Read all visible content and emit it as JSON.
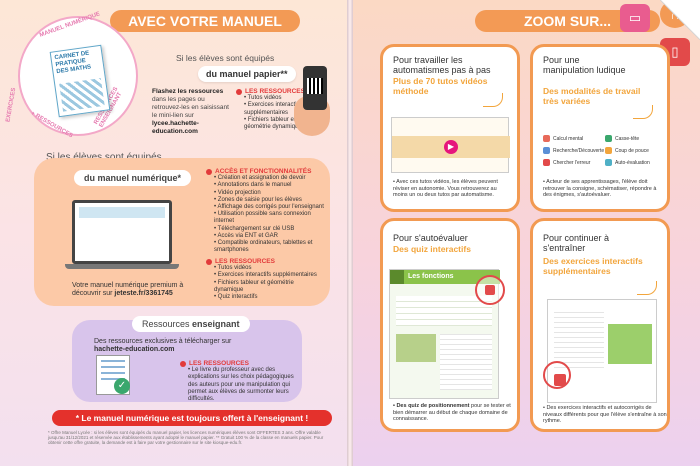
{
  "left": {
    "banner": "AVEC VOTRE MANUEL",
    "circle": {
      "top_text": "MANUEL NUMÉRIQUE",
      "left_text": "EXERCICES",
      "right_text": "RESSOURCES ENSEIGNANT",
      "bottom_text": "+ RESSOURCES",
      "book_title": "CARNET DE PRATIQUE DES MATHS"
    },
    "paper": {
      "caption": "Si les élèves sont équipés",
      "pill": "du manuel papier**",
      "flash_strong": "Flashez les ressources",
      "flash_text": "dans les pages ou retrouvez-les en saisissant le mini-lien sur",
      "flash_link": "lycee.hachette-education.com",
      "res_title": "LES RESSOURCES",
      "res_items": [
        "Tutos vidéos",
        "Exercices interactifs supplémentaires",
        "Fichiers tableur et géométrie dynamique"
      ]
    },
    "digital": {
      "caption": "Si les élèves sont équipés",
      "pill": "du manuel numérique*",
      "features_title": "ACCÈS ET FONCTIONNALITÉS",
      "features": [
        "Création et assignation de devoir",
        "Annotations dans le manuel",
        "Vidéo projection",
        "Zones de saisie pour les élèves",
        "Affichage des corrigés pour l'enseignant",
        "Utilisation possible sans connexion internet",
        "Téléchargement sur clé USB",
        "Accès via ENT et GAR",
        "Compatible ordinateurs, tablettes et smartphones"
      ],
      "res_title": "LES RESSOURCES",
      "res_items": [
        "Tutos vidéos",
        "Exercices interactifs supplémentaires",
        "Fichiers tableur et géométrie dynamique",
        "Quiz interactifs"
      ],
      "premium_text": "Votre manuel numérique premium à découvrir sur",
      "premium_link": "jeteste.fr/3361745"
    },
    "teacher": {
      "pill_prefix": "Ressources",
      "pill_strong": "enseignant",
      "text": "Des ressources exclusives à télécharger sur",
      "link": "hachette-education.com",
      "res_title": "LES RESSOURCES",
      "res_item": "Le livre du professeur avec des explications sur les choix pédagogiques des auteurs pour une manipulation qui permet aux élèves de surmonter leurs difficultés."
    },
    "red_bar": "* Le manuel numérique est toujours offert à l'enseignant !",
    "footnote": "* Offre Manuel Lycée : si les élèves sont équipés du manuel papier, les licences numériques élèves sont OFFERTES 3 ans. Offre valable jusqu'au 31/12/2021 et réservée aux établissements ayant adopté le manuel papier. ** Gratuit 100 % de la classe en manuels papier. Pour obtenir cette offre gratuite, la demande est à faire par votre gestionnaire sur le site kiosque-edu.fr."
  },
  "right": {
    "banner": "ZOOM SUR...",
    "cards": [
      {
        "title": "Pour travailler les automatismes pas à pas",
        "subtitle": "Plus de 70 tutos vidéos méthode",
        "desc": "• Avec ces tutos vidéos, les élèves peuvent réviser en autonomie. Vous retrouverez au moins un ou deux tutos par automatisme."
      },
      {
        "title": "Pour une manipulation ludique",
        "subtitle": "Des modalités de travail très variées",
        "desc": "• Acteur de ses apprentissages, l'élève doit retrouver la consigne, schématiser, répondre à des énigmes, s'autoévaluer.",
        "icons": [
          "Calcul mental",
          "Casse-tête",
          "Recherche/Découverte",
          "Coup de pouce",
          "Chercher l'erreur",
          "Auto-évaluation"
        ]
      },
      {
        "title": "Pour s'autoévaluer",
        "subtitle": "Des quiz interactifs",
        "desc_strong": "• Des quiz de positionnement",
        "desc": "pour se tester et bien démarrer au début de chaque domaine de connaissance.",
        "shot_title": "Les fonctions"
      },
      {
        "title": "Pour continuer à s'entraîner",
        "subtitle": "Des exercices interactifs supplémentaires",
        "desc": "• Des exercices interactifs et autocorrigés de niveaux différents pour que l'élève s'entraîne à son rythme."
      }
    ]
  }
}
